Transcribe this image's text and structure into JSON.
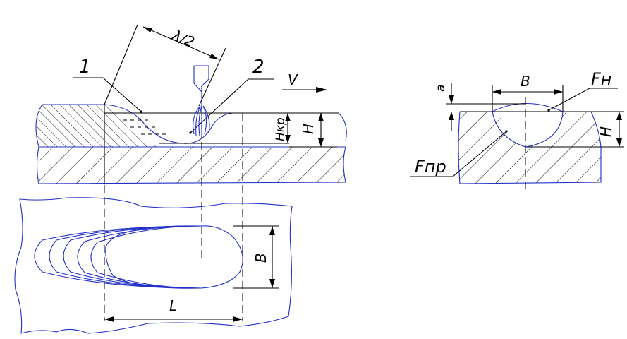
{
  "labels": {
    "marker_1": "1",
    "marker_2": "2",
    "lambda_half": "λ/2",
    "velocity": "V",
    "h_kr": "Hкр",
    "h_left": "H",
    "b_bottom": "B",
    "l_bottom": "L",
    "a_right": "a",
    "b_right": "B",
    "f_n": "Fн",
    "h_right": "H",
    "f_pr": "Fпр"
  },
  "colors": {
    "outline": "#2230c8",
    "lines": "#000000",
    "background": "#ffffff"
  }
}
